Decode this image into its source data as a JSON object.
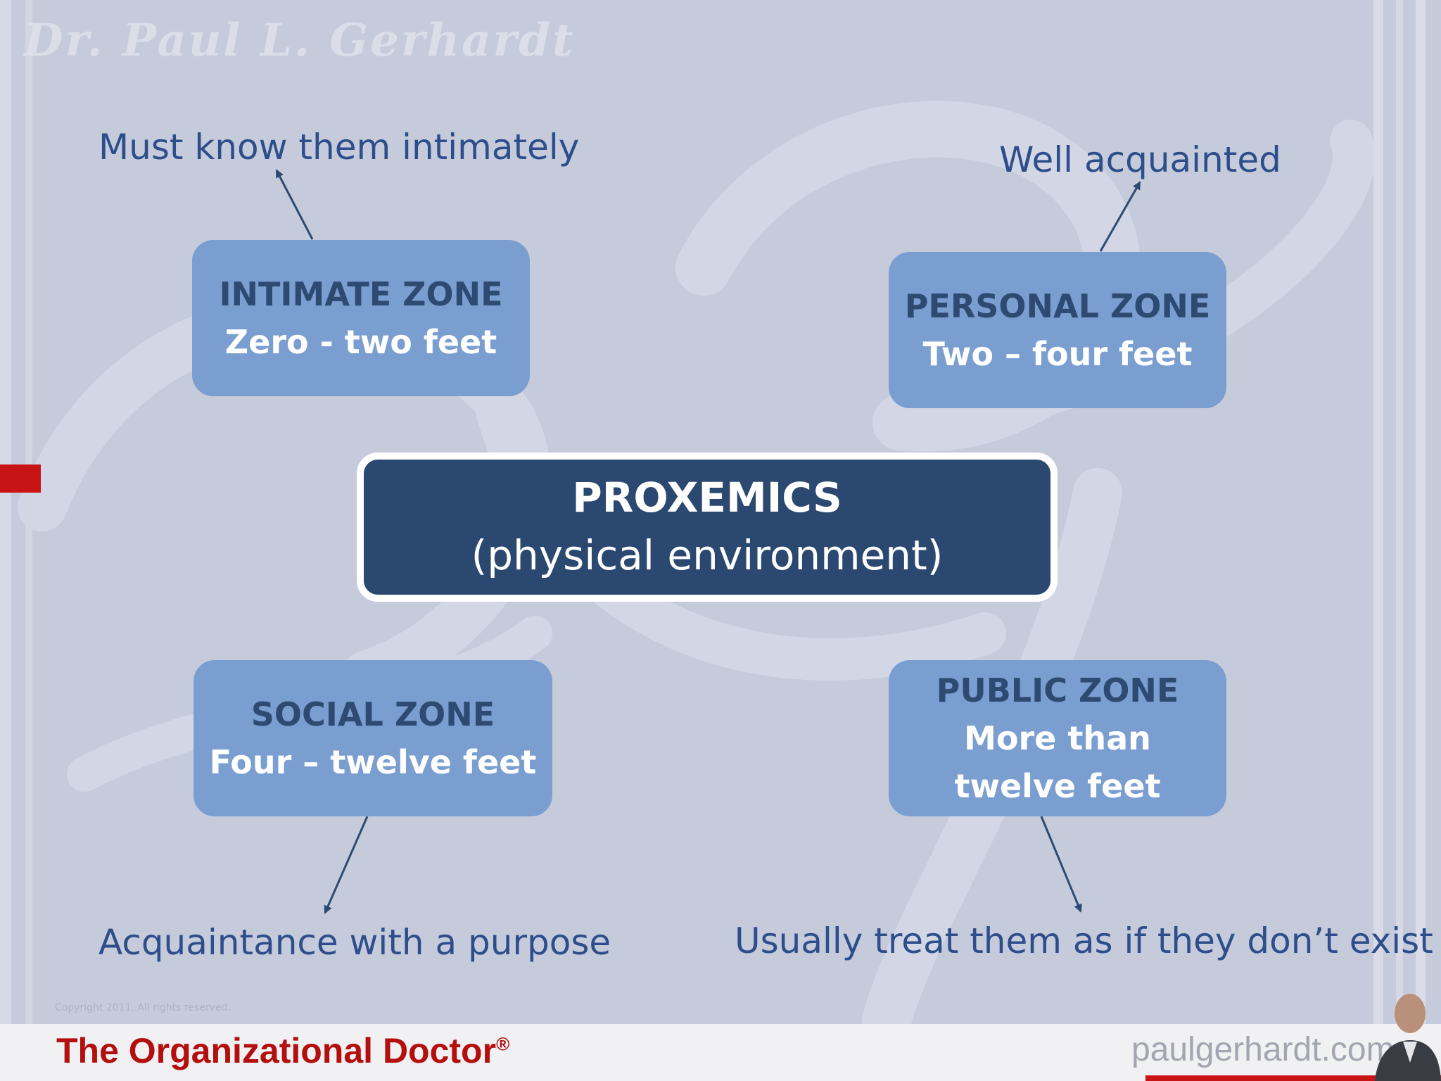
{
  "watermark": "Dr. Paul L. Gerhardt",
  "center": {
    "title": "PROXEMICS",
    "subtitle": "(physical environment)"
  },
  "zones": [
    {
      "title": "INTIMATE ZONE",
      "distance": "Zero - two feet",
      "caption": "Must know them intimately"
    },
    {
      "title": "PERSONAL ZONE",
      "distance": "Two – four feet",
      "caption": "Well acquainted"
    },
    {
      "title": "SOCIAL ZONE",
      "distance": "Four – twelve feet",
      "caption": "Acquaintance with a purpose"
    },
    {
      "title": "PUBLIC ZONE",
      "distance": "More than twelve feet",
      "caption": "Usually treat them as if they don’t exist"
    }
  ],
  "footer": {
    "copyright": "Copyright 2011. All rights reserved.",
    "brand": "The Organizational Doctor",
    "brand_mark": "®",
    "website": "paulgerhardt.com"
  },
  "colors": {
    "background": "#c6cbdc",
    "zone_fill": "#7a9ed0",
    "zone_title": "#2d4a72",
    "center_fill": "#2a4870",
    "caption_text": "#2d4e8a",
    "brand_red": "#b40f0f"
  }
}
